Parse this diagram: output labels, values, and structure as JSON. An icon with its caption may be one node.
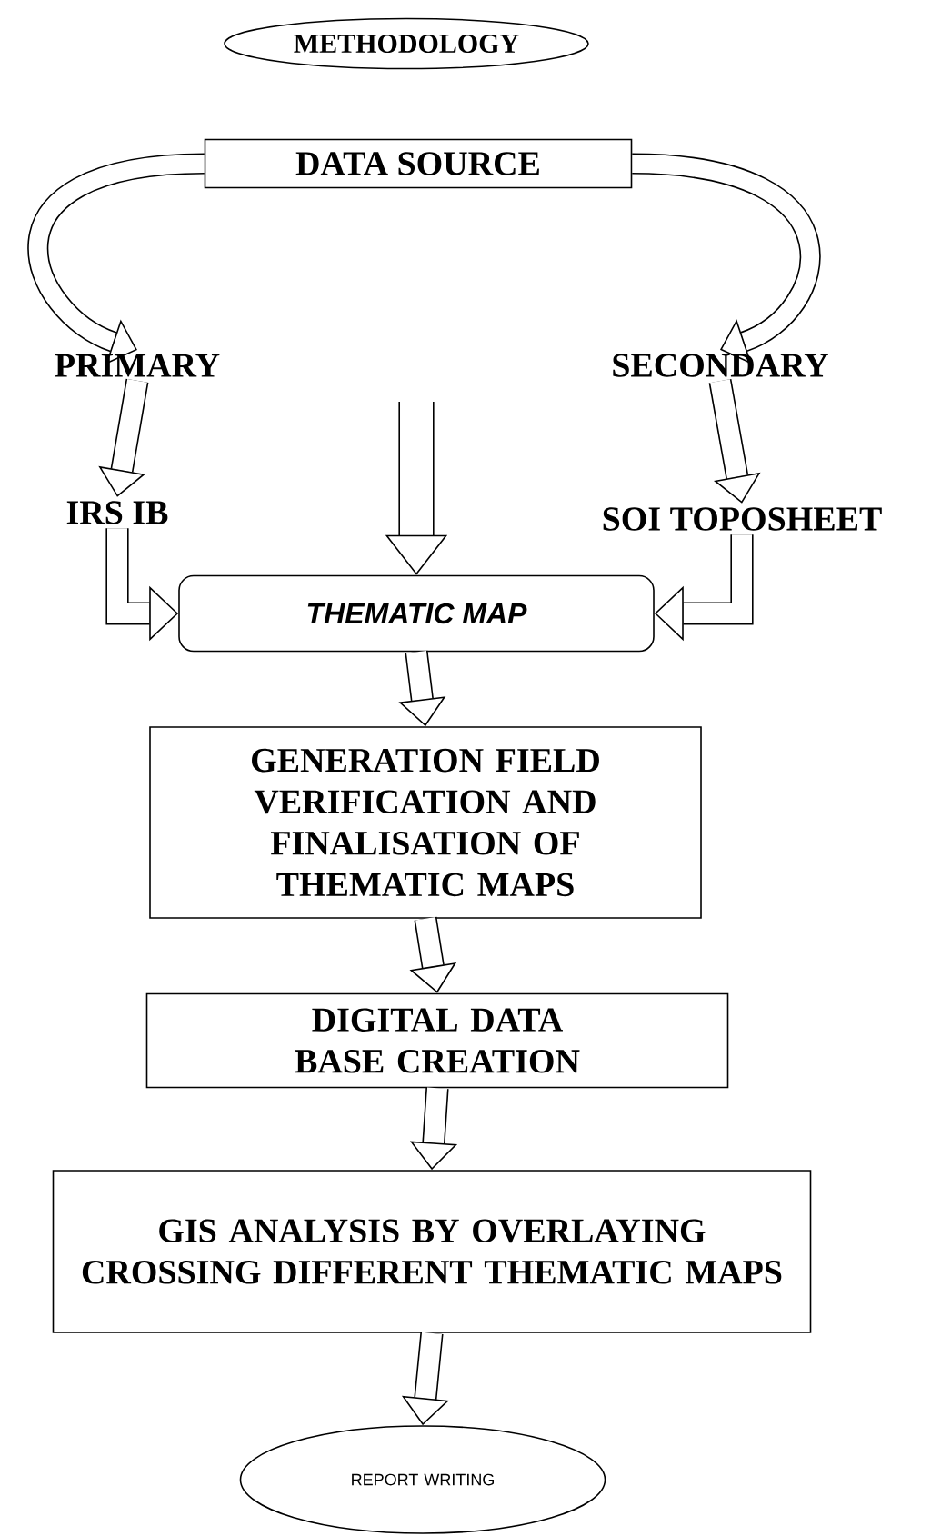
{
  "diagram": {
    "nodes": [
      {
        "text": [
          "METHODOLOGY"
        ]
      },
      {
        "text": [
          "DATA SOURCE"
        ]
      },
      {
        "text": [
          "PRIMARY"
        ]
      },
      {
        "text": [
          "SECONDARY"
        ]
      },
      {
        "text": [
          "IRS IB"
        ]
      },
      {
        "text": [
          "SOI TOPOSHEET"
        ]
      },
      {
        "text": [
          "THEMATIC MAP"
        ]
      },
      {
        "text": [
          "GENERATION FIELD VERIFICATION AND FINALISATION OF THEMATIC MAPS"
        ]
      },
      {
        "text": [
          "DIGITAL DATA BASE CREATION"
        ]
      },
      {
        "text": [
          "GIS ANALYSIS BY OVERLAYING CROSSING DIFFERENT THEMATIC MAPS"
        ]
      },
      {
        "text": [
          "REPORT WRITING"
        ]
      }
    ],
    "edges": [
      {
        "from": 1,
        "to": 2,
        "arrow": "to"
      },
      {
        "from": 1,
        "to": 3,
        "arrow": "to"
      },
      {
        "from": 2,
        "to": 4,
        "arrow": "to"
      },
      {
        "from": 3,
        "to": 5,
        "arrow": "to"
      },
      {
        "from": null,
        "to": 6,
        "arrow": "to"
      },
      {
        "from": 4,
        "to": 6,
        "arrow": "to"
      },
      {
        "from": 5,
        "to": 6,
        "arrow": "to"
      },
      {
        "from": 6,
        "to": 7,
        "arrow": "to"
      },
      {
        "from": 7,
        "to": 8,
        "arrow": "to"
      },
      {
        "from": 8,
        "to": 9,
        "arrow": "to"
      },
      {
        "from": 9,
        "to": 10,
        "arrow": "to"
      }
    ]
  }
}
